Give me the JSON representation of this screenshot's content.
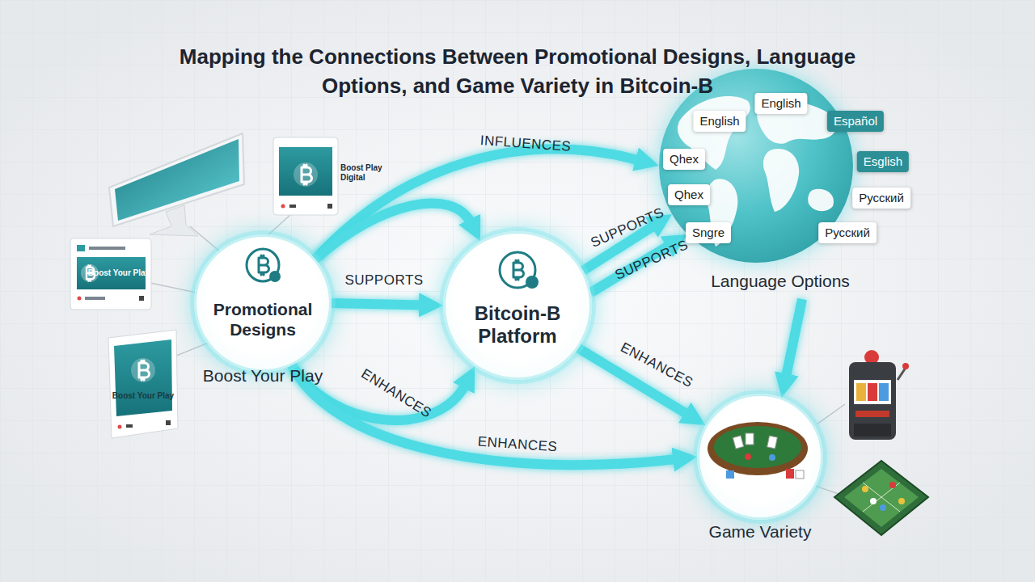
{
  "diagram": {
    "title": "Mapping the Connections Between Promotional Designs, Language Options, and Game Variety in Bitcoin-B",
    "nodes": [
      {
        "text": [
          "Promotional Designs",
          "Boost Your Play"
        ]
      },
      {
        "text": [
          "Bitcoin-B Platform"
        ]
      },
      {
        "text": [
          "Language Options"
        ]
      },
      {
        "text": [
          "Game Variety"
        ]
      }
    ],
    "edges": [
      {
        "from": 0,
        "to": 2,
        "label": "INFLUENCES",
        "arrow": "to"
      },
      {
        "from": 0,
        "to": 1,
        "arrow": "to"
      },
      {
        "from": 0,
        "to": 1,
        "label": "SUPPORTS",
        "arrow": "to"
      },
      {
        "from": 1,
        "to": 2,
        "label": "SUPPORTS",
        "arrow": "to"
      },
      {
        "from": 1,
        "to": 2,
        "label": "SUPPORTS",
        "arrow": "to"
      },
      {
        "from": 2,
        "to": 3,
        "arrow": "to"
      },
      {
        "from": 1,
        "to": 3,
        "label": "ENHANCES",
        "arrow": "to"
      },
      {
        "from": 0,
        "to": 1,
        "label": "ENHANCES",
        "arrow": "to"
      },
      {
        "from": 0,
        "to": 3,
        "label": "ENHANCES",
        "arrow": "to"
      }
    ],
    "labels": [
      "English",
      "English",
      "Español",
      "Qhex",
      "Esglish",
      "Qhex",
      "Русский",
      "Sngre",
      "Русский",
      "Boost Play Digital",
      "Boost Your Play",
      "Boost Your Play"
    ]
  }
}
